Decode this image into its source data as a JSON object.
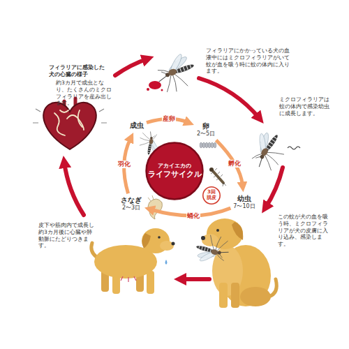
{
  "diagram": {
    "nodes": [
      {
        "text": [
          "アカイエカの",
          "ライフサイクル"
        ]
      },
      {
        "text": [
          "成虫"
        ]
      },
      {
        "text": [
          "卵",
          "2〜5日"
        ]
      },
      {
        "text": [
          "3回脱皮"
        ]
      },
      {
        "text": [
          "幼虫",
          "7〜10日"
        ]
      },
      {
        "text": [
          "さなぎ",
          "2〜3日"
        ]
      }
    ],
    "edges": [
      {
        "from": 1,
        "to": 2,
        "label": "産卵",
        "arrow": "to"
      },
      {
        "from": 2,
        "to": 4,
        "label": "孵化",
        "arrow": "to"
      },
      {
        "from": 4,
        "to": 5,
        "label": "蛹化",
        "arrow": "to"
      },
      {
        "from": 5,
        "to": 1,
        "label": "羽化",
        "arrow": "to"
      }
    ],
    "labels": [
      "フィラリアに感染した犬の心臓の様子",
      "約3カ月で成虫となり、たくさんのミクロフィラリアを産み出します。",
      "フィラリアにかかっている犬の血液中にはミクロフィラリアがいて蚊が血を吸う時に蚊の体内に入ります。",
      "ミクロフィラリアは蚊の体内で感染幼虫に成長します。",
      "この蚊が犬の血を吸う時、ミクロフィラリアが犬の皮膚に入り込み、感染します。",
      "皮下や筋肉内で成長し約3カ月後に心臓や肺動脈にたどりつきます。"
    ]
  }
}
